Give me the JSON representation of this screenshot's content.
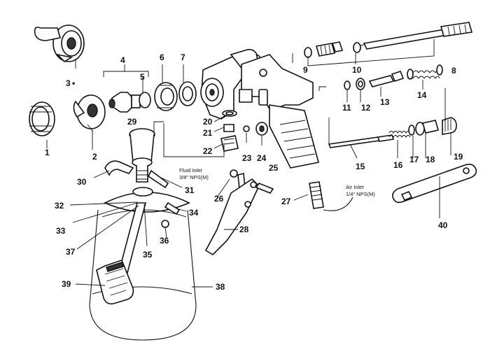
{
  "labels": [
    "1",
    "2",
    "3",
    "4",
    "5",
    "6",
    "7",
    "8",
    "9",
    "10",
    "11",
    "12",
    "13",
    "14",
    "15",
    "16",
    "17",
    "18",
    "19",
    "20",
    "21",
    "22",
    "23",
    "24",
    "25",
    "26",
    "27",
    "28",
    "29",
    "30",
    "31",
    "32",
    "33",
    "34",
    "35",
    "36",
    "37",
    "38",
    "39",
    "40"
  ],
  "label_3_mark": "•",
  "notes": {
    "fluid_inlet_line1": "Fluid Inlet",
    "fluid_inlet_line2": "3/8\" NPS(M)",
    "air_inlet_line1": "Air Inlet",
    "air_inlet_line2": "1/4\" NPS(M)"
  }
}
